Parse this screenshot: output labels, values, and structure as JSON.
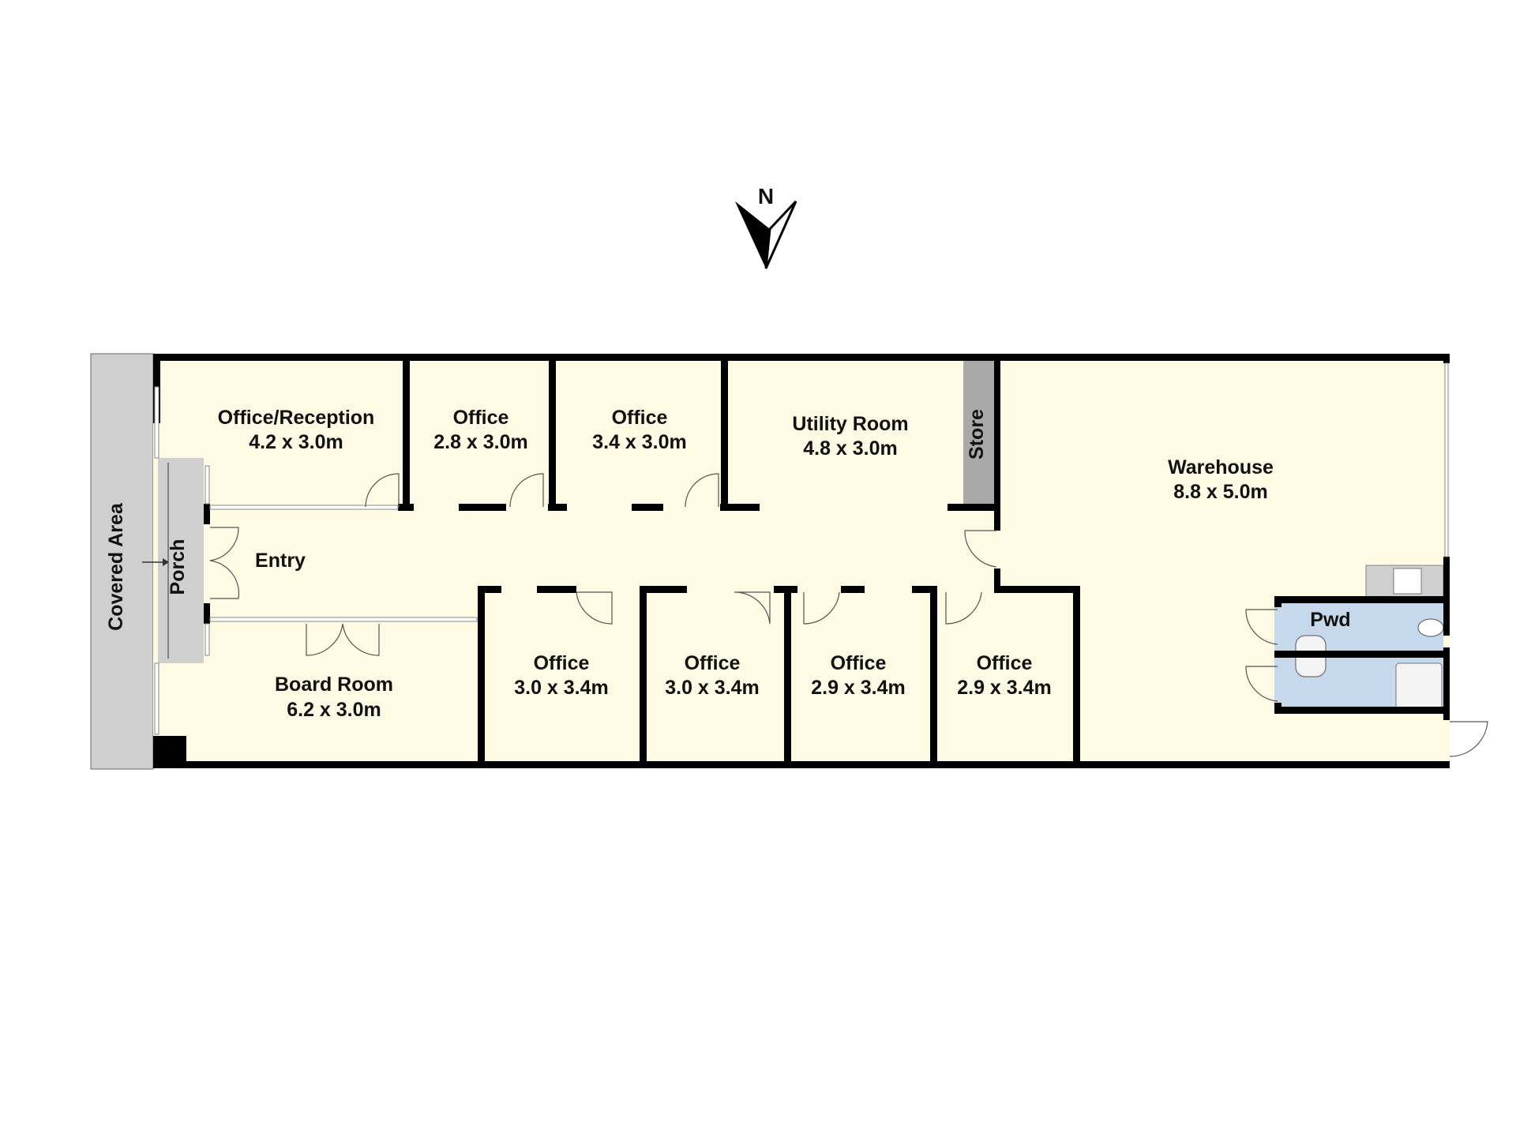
{
  "compass": {
    "label": "N"
  },
  "colors": {
    "room": "#fefae3",
    "covered": "#cfcfcf",
    "wet": "#c5d8ec",
    "wall": "#000000"
  },
  "rooms": {
    "covered_area": {
      "name": "Covered Area"
    },
    "porch": {
      "name": "Porch"
    },
    "entry": {
      "name": "Entry"
    },
    "office_reception": {
      "name": "Office/Reception",
      "size": "4.2 x 3.0m"
    },
    "office_top_1": {
      "name": "Office",
      "size": "2.8 x 3.0m"
    },
    "office_top_2": {
      "name": "Office",
      "size": "3.4 x 3.0m"
    },
    "utility": {
      "name": "Utility Room",
      "size": "4.8 x 3.0m"
    },
    "store": {
      "name": "Store"
    },
    "warehouse": {
      "name": "Warehouse",
      "size": "8.8 x 5.0m"
    },
    "board_room": {
      "name": "Board Room",
      "size": "6.2 x 3.0m"
    },
    "office_bottom_1": {
      "name": "Office",
      "size": "3.0 x 3.4m"
    },
    "office_bottom_2": {
      "name": "Office",
      "size": "3.0 x 3.4m"
    },
    "office_bottom_3": {
      "name": "Office",
      "size": "2.9 x 3.4m"
    },
    "office_bottom_4": {
      "name": "Office",
      "size": "2.9 x 3.4m"
    },
    "pwd": {
      "name": "Pwd"
    }
  }
}
